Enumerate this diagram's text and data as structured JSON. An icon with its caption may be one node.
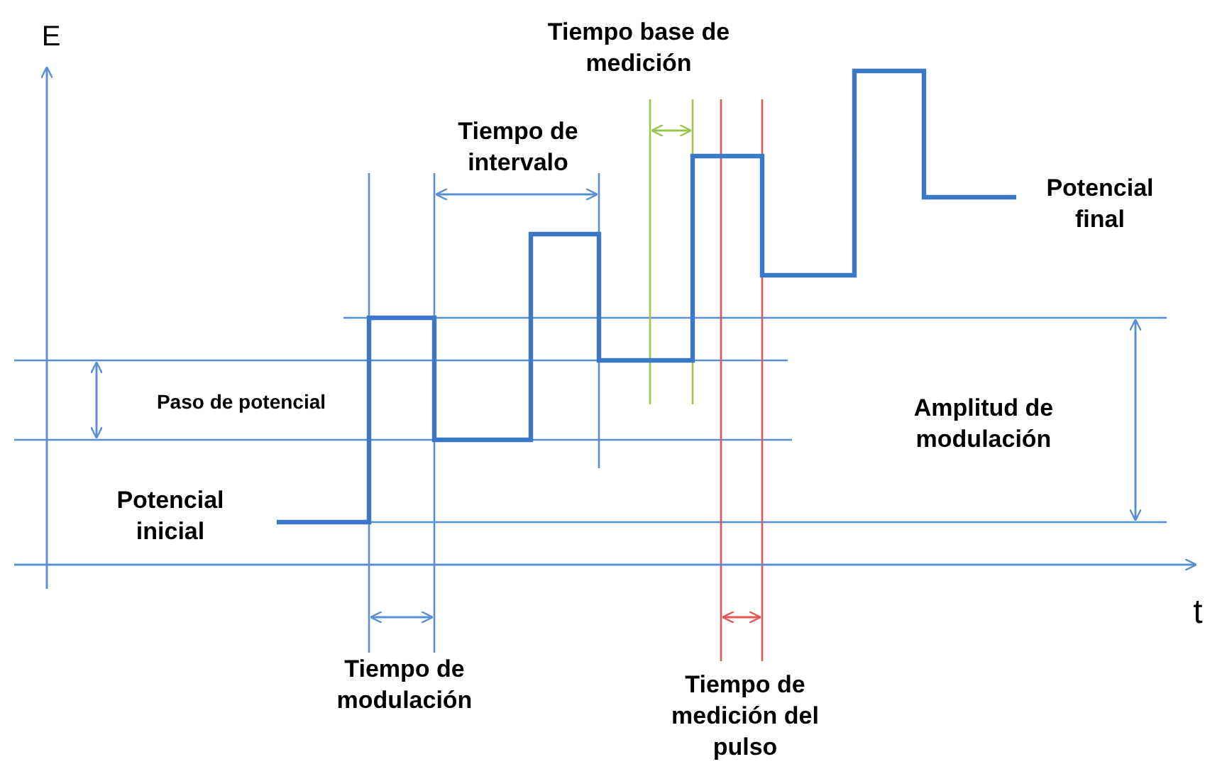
{
  "diagram": {
    "labels": [
      "E",
      "Tiempo base de medición",
      "Tiempo de intervalo",
      "Potencial final",
      "Paso de potencial",
      "Amplitud de modulación",
      "Potencial inicial",
      "t",
      "Tiempo de modulación",
      "Tiempo de medición del pulso"
    ]
  }
}
